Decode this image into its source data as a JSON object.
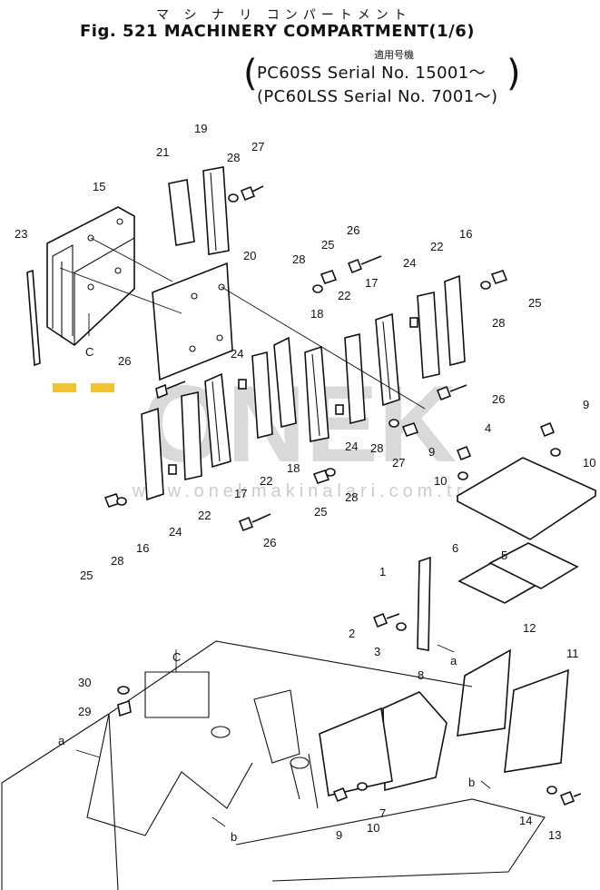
{
  "header": {
    "title_jp": "マ シ ナ リ コンパートメント",
    "title": "Fig. 521 MACHINERY COMPARTMENT(1/6)",
    "applicable_label": "適用号機",
    "serial_1": "PC60SS   Serial No. 15001～",
    "serial_2": "(PC60LSS Serial No. 7001～)"
  },
  "watermark": {
    "brand": "ÖNEK",
    "url": "www.onekmakinalari.com.tr",
    "accent_color": "#f2c230",
    "gray_color": "#d9d9d9"
  },
  "part_labels": [
    {
      "id": "p23",
      "text": "23"
    },
    {
      "id": "p15",
      "text": "15"
    },
    {
      "id": "p21",
      "text": "21"
    },
    {
      "id": "p19",
      "text": "19"
    },
    {
      "id": "p28a",
      "text": "28"
    },
    {
      "id": "p27a",
      "text": "27"
    },
    {
      "id": "p20",
      "text": "20"
    },
    {
      "id": "pC1",
      "text": "C"
    },
    {
      "id": "p26a",
      "text": "26"
    },
    {
      "id": "p24a",
      "text": "24"
    },
    {
      "id": "p28b",
      "text": "28"
    },
    {
      "id": "p25a",
      "text": "25"
    },
    {
      "id": "p26b",
      "text": "26"
    },
    {
      "id": "p22a",
      "text": "22"
    },
    {
      "id": "p18a",
      "text": "18"
    },
    {
      "id": "p17a",
      "text": "17"
    },
    {
      "id": "p24b",
      "text": "24"
    },
    {
      "id": "p22b",
      "text": "22"
    },
    {
      "id": "p16a",
      "text": "16"
    },
    {
      "id": "p25b",
      "text": "25"
    },
    {
      "id": "p28c",
      "text": "28"
    },
    {
      "id": "p26c",
      "text": "26"
    },
    {
      "id": "p24c",
      "text": "24"
    },
    {
      "id": "p28d",
      "text": "28"
    },
    {
      "id": "p27b",
      "text": "27"
    },
    {
      "id": "p18b",
      "text": "18"
    },
    {
      "id": "p22c",
      "text": "22"
    },
    {
      "id": "p17b",
      "text": "17"
    },
    {
      "id": "p22d",
      "text": "22"
    },
    {
      "id": "p24d",
      "text": "24"
    },
    {
      "id": "p16b",
      "text": "16"
    },
    {
      "id": "p25c",
      "text": "25"
    },
    {
      "id": "p28e",
      "text": "28"
    },
    {
      "id": "p26d",
      "text": "26"
    },
    {
      "id": "p25d",
      "text": "25"
    },
    {
      "id": "p28f",
      "text": "28"
    },
    {
      "id": "p4",
      "text": "4"
    },
    {
      "id": "p9a",
      "text": "9"
    },
    {
      "id": "p9b",
      "text": "9"
    },
    {
      "id": "p10a",
      "text": "10"
    },
    {
      "id": "p10b",
      "text": "10"
    },
    {
      "id": "p5",
      "text": "5"
    },
    {
      "id": "p6",
      "text": "6"
    },
    {
      "id": "p1",
      "text": "1"
    },
    {
      "id": "p2",
      "text": "2"
    },
    {
      "id": "p3",
      "text": "3"
    },
    {
      "id": "pa1",
      "text": "a"
    },
    {
      "id": "p12",
      "text": "12"
    },
    {
      "id": "p11",
      "text": "11"
    },
    {
      "id": "p8",
      "text": "8"
    },
    {
      "id": "pC2",
      "text": "C"
    },
    {
      "id": "p30",
      "text": "30"
    },
    {
      "id": "p29",
      "text": "29"
    },
    {
      "id": "pa2",
      "text": "a"
    },
    {
      "id": "pb1",
      "text": "b"
    },
    {
      "id": "p7",
      "text": "7"
    },
    {
      "id": "p9c",
      "text": "9"
    },
    {
      "id": "p10c",
      "text": "10"
    },
    {
      "id": "pb2",
      "text": "b"
    },
    {
      "id": "p14",
      "text": "14"
    },
    {
      "id": "p13",
      "text": "13"
    }
  ]
}
